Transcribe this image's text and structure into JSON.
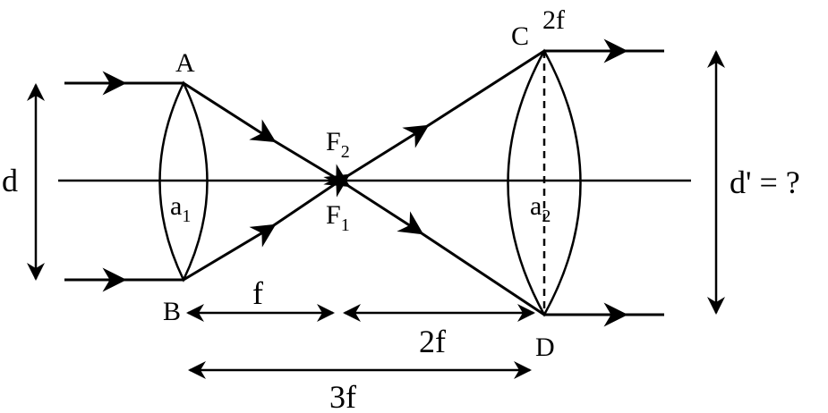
{
  "labels": {
    "A": "A",
    "B": "B",
    "C": "C",
    "D": "D",
    "C_distance": "2f",
    "F2_main": "F",
    "F2_sub": "2",
    "F1_main": "F",
    "F1_sub": "1",
    "a1_main": "a",
    "a1_sub": "1",
    "a2_main": "a",
    "a2_sub": "2",
    "d": "d",
    "d_prime": "d' = ?",
    "f": "f",
    "two_f": "2f",
    "three_f": "3f"
  },
  "colors": {
    "stroke": "#000000",
    "background": "#ffffff"
  }
}
